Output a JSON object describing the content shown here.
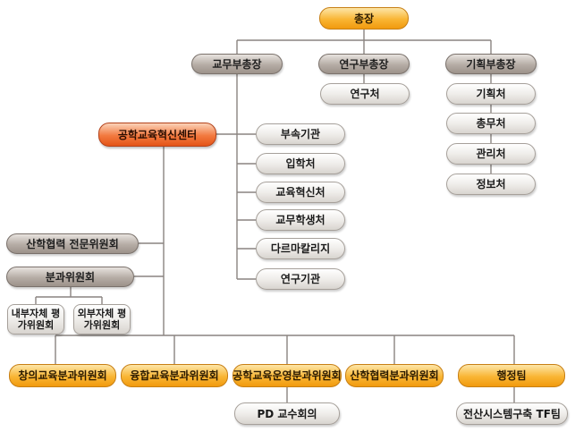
{
  "nodes": {
    "president": "총장",
    "vp_academic": "교무부총장",
    "vp_research": "연구부총장",
    "vp_planning": "기획부총장",
    "research_office": "연구처",
    "planning_office": "기획처",
    "general_affairs": "총무처",
    "management_office": "관리처",
    "information_office": "정보처",
    "engineering_center": "공학교육혁신센터",
    "affiliated_institutions": "부속기관",
    "admissions_office": "입학처",
    "education_innovation": "교육혁신처",
    "academic_affairs": "교무학생처",
    "damarcollege": "다르마칼리지",
    "research_institutes": "연구기관",
    "industry_committee": "산학협력 전문위원회",
    "subcommittee": "분과위원회",
    "internal_eval": "내부자체 평가위원회",
    "external_eval": "외부자체 평가위원회",
    "creative_sub": "창의교육분과위원회",
    "convergence_sub": "융합교육분과위원회",
    "operation_sub": "공학교육운영분과위원회",
    "industry_sub": "산학협력분과위원회",
    "admin_team": "행정팀",
    "pd_meeting": "PD 교수회의",
    "it_tf": "전산시스템구축 TF팀"
  }
}
